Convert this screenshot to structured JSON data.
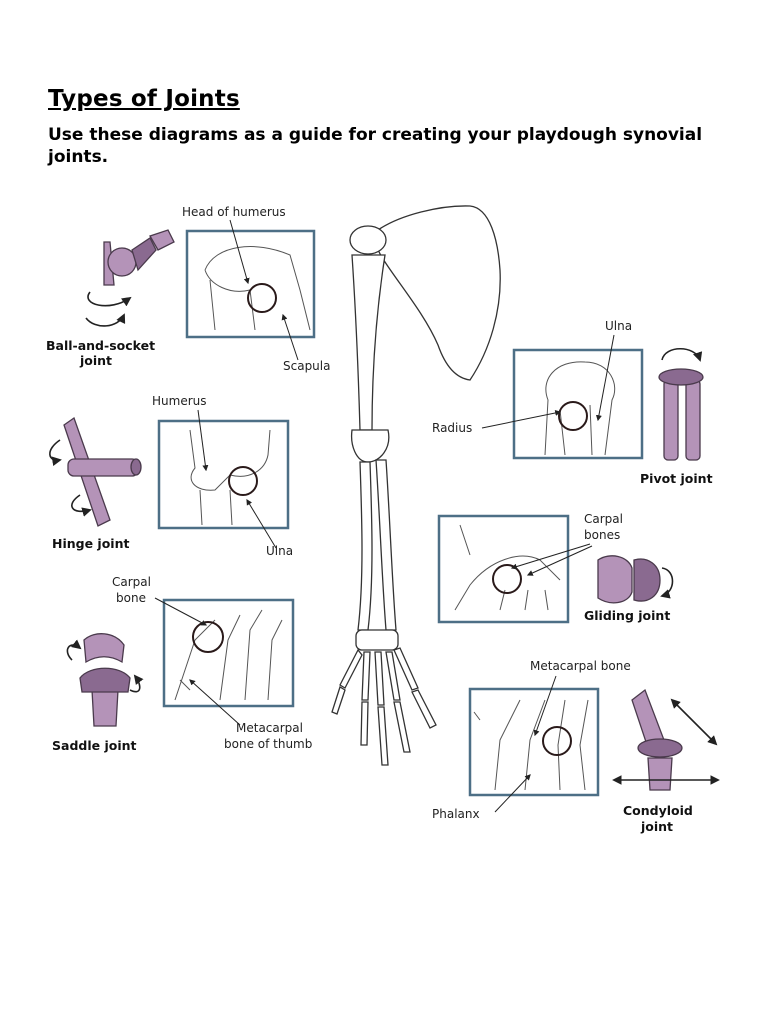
{
  "header": {
    "title": "Types of Joints",
    "subtitle": "Use these diagrams as a guide for creating your playdough synovial joints."
  },
  "joints": {
    "ball_socket": {
      "name_line1": "Ball-and-socket",
      "name_line2": "joint",
      "label_top": "Head of humerus",
      "label_bottom": "Scapula"
    },
    "hinge": {
      "name": "Hinge joint",
      "label_top": "Humerus",
      "label_bottom": "Ulna"
    },
    "saddle": {
      "name": "Saddle joint",
      "label_top_line1": "Carpal",
      "label_top_line2": "bone",
      "label_bottom_line1": "Metacarpal",
      "label_bottom_line2": "bone of thumb"
    },
    "pivot": {
      "name": "Pivot joint",
      "label_top": "Ulna",
      "label_left": "Radius"
    },
    "gliding": {
      "name": "Gliding joint",
      "label_line1": "Carpal",
      "label_line2": "bones"
    },
    "condyloid": {
      "name_line1": "Condyloid",
      "name_line2": "joint",
      "label_top": "Metacarpal bone",
      "label_bottom": "Phalanx"
    }
  },
  "colors": {
    "box_border": "#4d6f86",
    "joint_model": "#b493b8"
  }
}
